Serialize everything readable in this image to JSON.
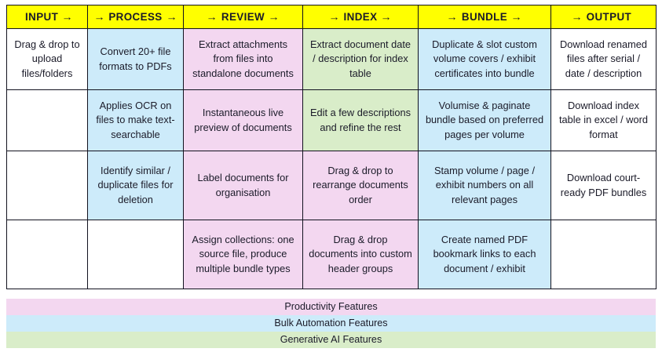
{
  "diagram": {
    "title_arrow_glyph": "→",
    "columns": [
      {
        "id": "input",
        "label": "INPUT",
        "arrow_before": false,
        "arrow_after": true
      },
      {
        "id": "process",
        "label": "PROCESS",
        "arrow_before": true,
        "arrow_after": true
      },
      {
        "id": "review",
        "label": "REVIEW",
        "arrow_before": true,
        "arrow_after": true
      },
      {
        "id": "index",
        "label": "INDEX",
        "arrow_before": true,
        "arrow_after": true
      },
      {
        "id": "bundle",
        "label": "BUNDLE",
        "arrow_before": true,
        "arrow_after": true
      },
      {
        "id": "output",
        "label": "OUTPUT",
        "arrow_before": true,
        "arrow_after": false
      }
    ],
    "rows": [
      {
        "cells": [
          {
            "text": "Drag & drop to upload files/folders",
            "category": "none"
          },
          {
            "text": "Convert 20+ file formats to PDFs",
            "category": "bulk"
          },
          {
            "text": "Extract attachments from files into standalone documents",
            "category": "prod"
          },
          {
            "text": "Extract document date / description for index table",
            "category": "gen"
          },
          {
            "text": "Duplicate & slot custom volume covers / exhibit certificates into bundle",
            "category": "bulk"
          },
          {
            "text": "Download renamed files after serial / date / description",
            "category": "none"
          }
        ]
      },
      {
        "cells": [
          {
            "text": "",
            "category": "none"
          },
          {
            "text": "Applies OCR on files to make text-searchable",
            "category": "bulk"
          },
          {
            "text": "Instantaneous live preview of documents",
            "category": "prod"
          },
          {
            "text": "Edit a few descriptions and refine the rest",
            "category": "gen"
          },
          {
            "text": "Volumise & paginate bundle based on preferred pages per volume",
            "category": "bulk"
          },
          {
            "text": "Download index table in excel / word format",
            "category": "none"
          }
        ]
      },
      {
        "cells": [
          {
            "text": "",
            "category": "none"
          },
          {
            "text": "Identify similar / duplicate files for deletion",
            "category": "bulk"
          },
          {
            "text": "Label documents for organisation",
            "category": "prod"
          },
          {
            "text": "Drag & drop to rearrange documents order",
            "category": "prod"
          },
          {
            "text": "Stamp volume / page / exhibit numbers on all relevant pages",
            "category": "bulk"
          },
          {
            "text": "Download court-ready PDF bundles",
            "category": "none"
          }
        ]
      },
      {
        "cells": [
          {
            "text": "",
            "category": "none"
          },
          {
            "text": "",
            "category": "none"
          },
          {
            "text": "Assign collections: one source file, produce multiple bundle types",
            "category": "prod"
          },
          {
            "text": "Drag & drop documents into custom header groups",
            "category": "prod"
          },
          {
            "text": "Create named PDF bookmark links to each document / exhibit",
            "category": "bulk"
          },
          {
            "text": "",
            "category": "none"
          }
        ]
      }
    ],
    "legend": [
      {
        "label": "Productivity Features",
        "category": "prod",
        "color": "#f3d7f0"
      },
      {
        "label": "Bulk Automation Features",
        "category": "bulk",
        "color": "#cdebfa"
      },
      {
        "label": "Generative AI Features",
        "category": "gen",
        "color": "#d9edc9"
      }
    ],
    "colors": {
      "header_background": "#ffff00",
      "border": "#12121f",
      "text": "#1b1b29",
      "productivity": "#f3d7f0",
      "bulk_automation": "#cdebfa",
      "generative_ai": "#d9edc9",
      "empty": "#ffffff"
    }
  }
}
